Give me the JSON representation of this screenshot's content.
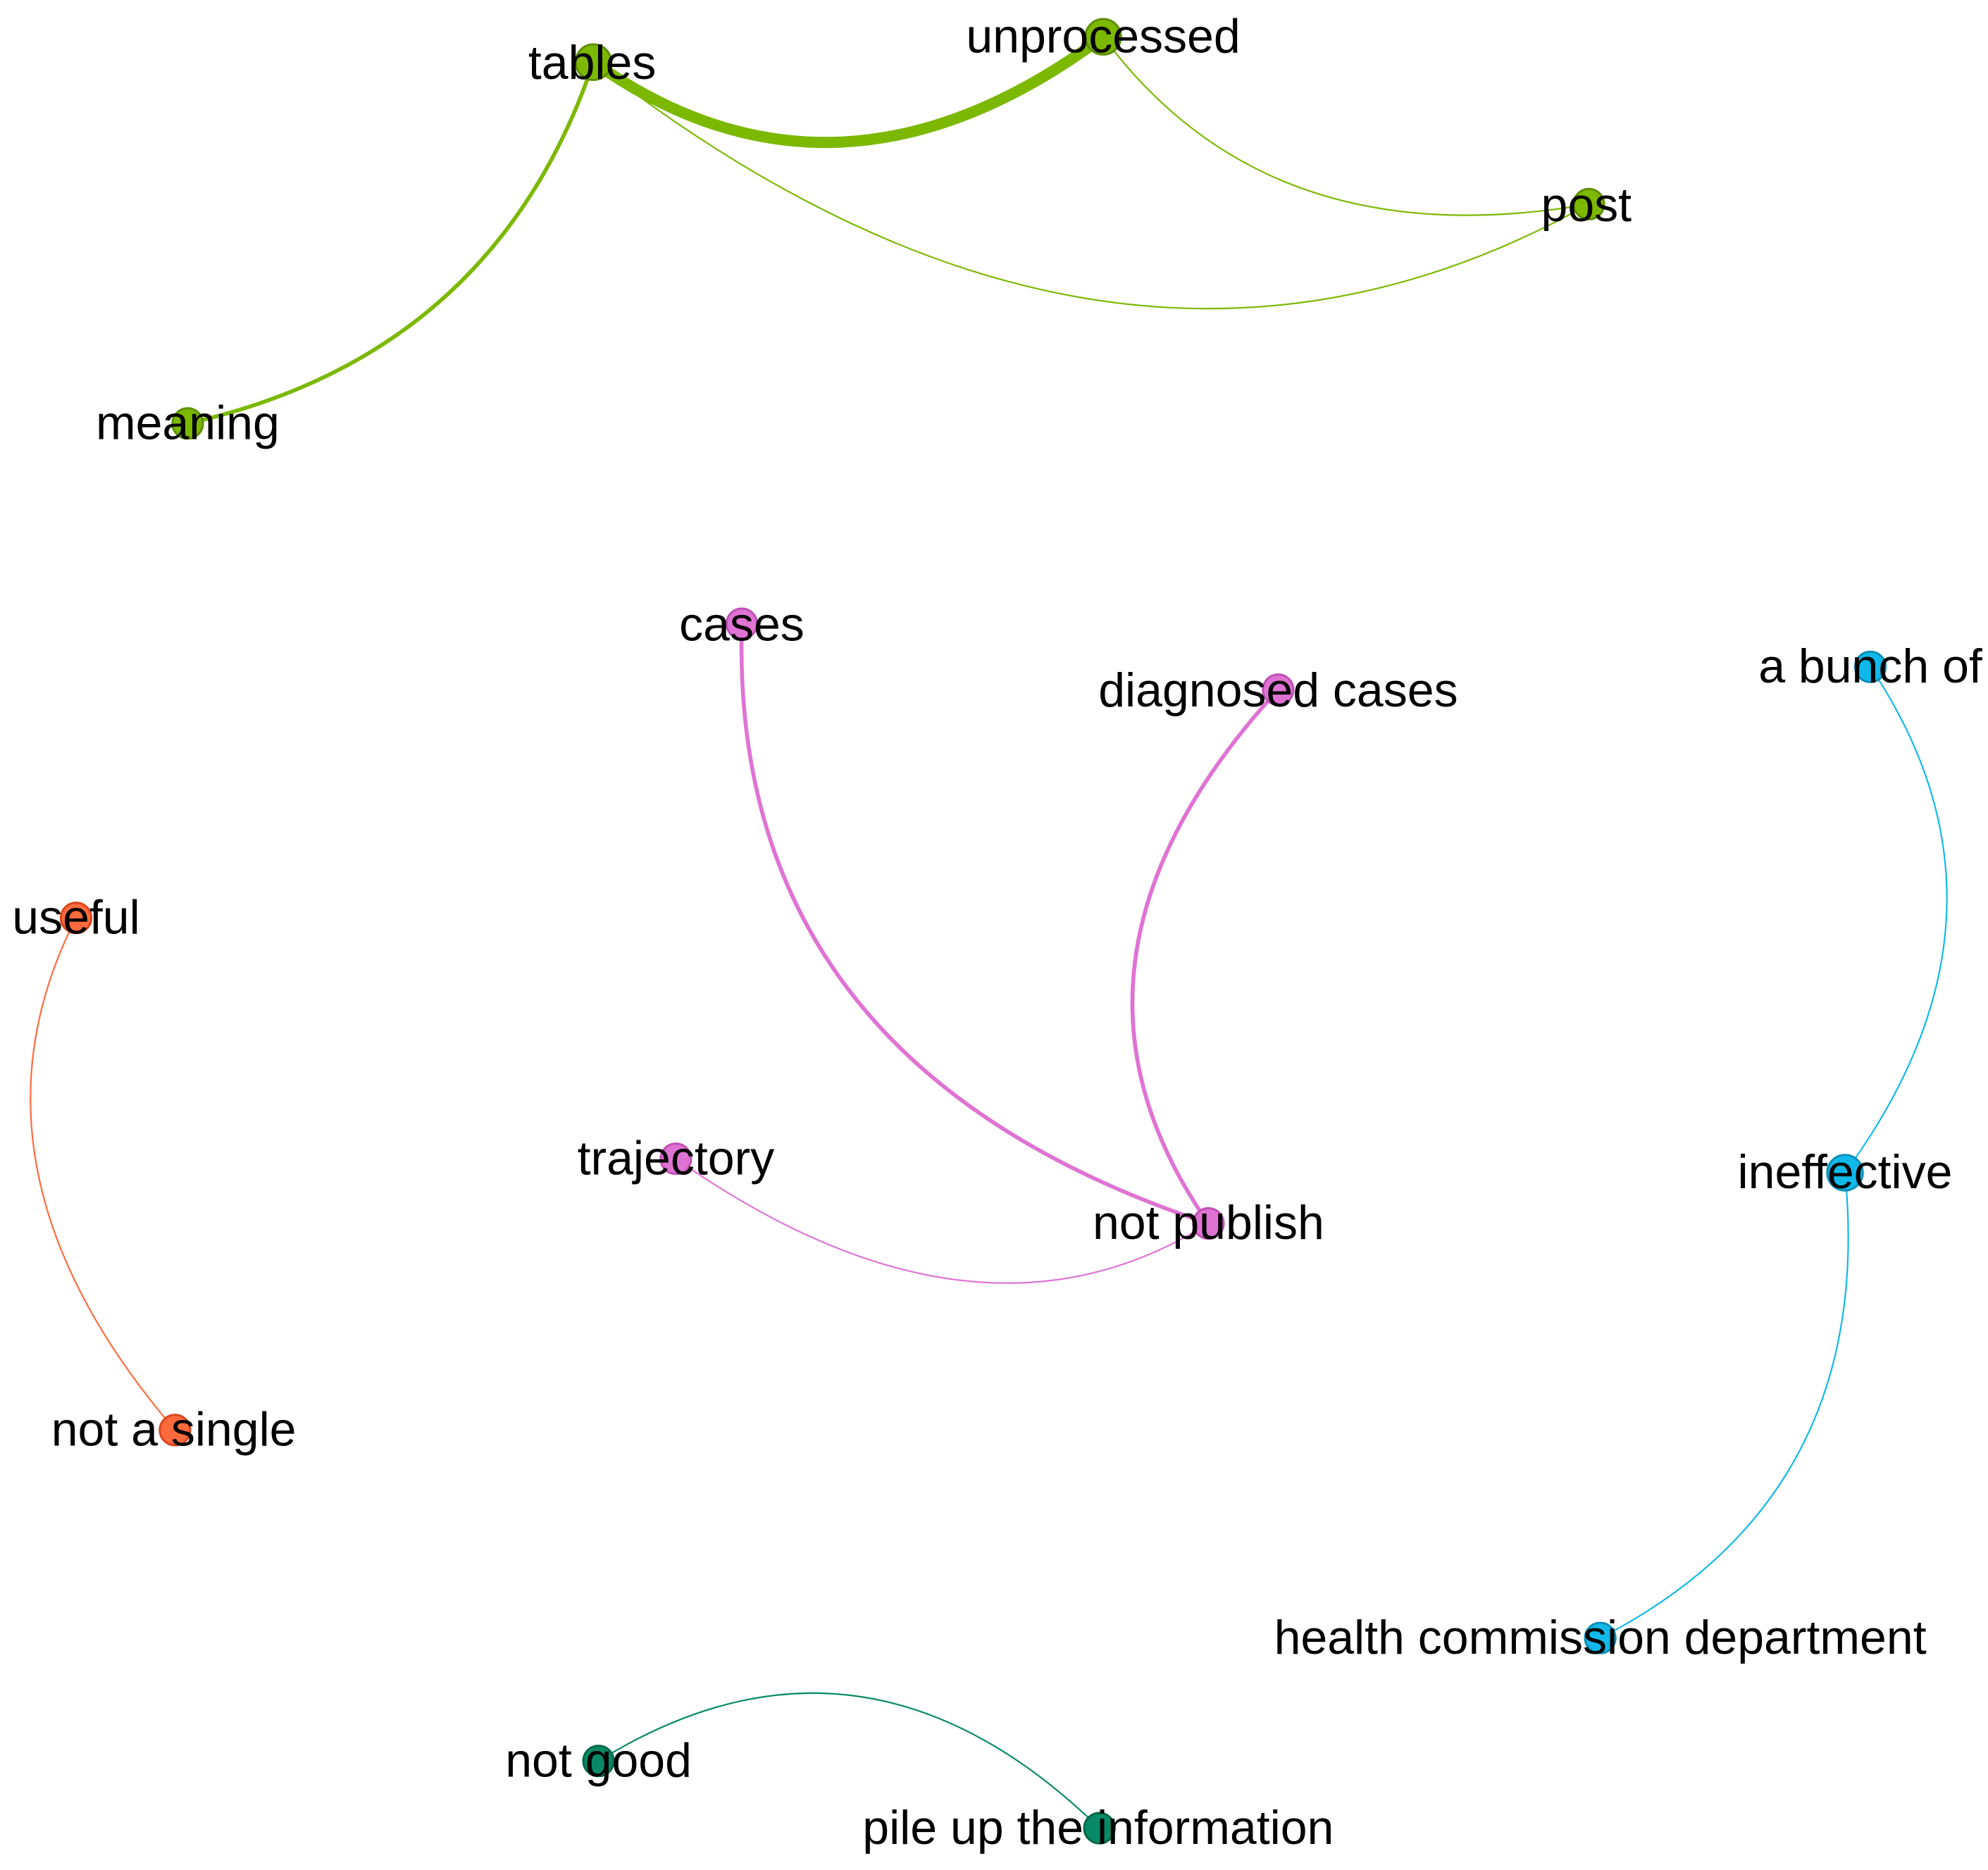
{
  "graph": {
    "clusters": [
      {
        "id": "green",
        "color": "#7cb800",
        "stroke": "#5e8f00"
      },
      {
        "id": "pink",
        "color": "#df73d3",
        "stroke": "#c050b4"
      },
      {
        "id": "blue",
        "color": "#11b9ea",
        "stroke": "#0a8fb8"
      },
      {
        "id": "orange",
        "color": "#ff6a3d",
        "stroke": "#d9461c"
      },
      {
        "id": "teal",
        "color": "#078a65",
        "stroke": "#05684c"
      }
    ],
    "nodes": [
      {
        "id": "tables",
        "label": "tables",
        "cluster": "green"
      },
      {
        "id": "unprocessed",
        "label": "unprocessed",
        "cluster": "green"
      },
      {
        "id": "post",
        "label": "post",
        "cluster": "green"
      },
      {
        "id": "meaning",
        "label": "meaning",
        "cluster": "green"
      },
      {
        "id": "cases",
        "label": "cases",
        "cluster": "pink"
      },
      {
        "id": "diagnosed_cases",
        "label": "diagnosed cases",
        "cluster": "pink"
      },
      {
        "id": "trajectory",
        "label": "trajectory",
        "cluster": "pink"
      },
      {
        "id": "not_publish",
        "label": "not publish",
        "cluster": "pink"
      },
      {
        "id": "a_bunch_of",
        "label": "a bunch of",
        "cluster": "blue"
      },
      {
        "id": "ineffective",
        "label": "ineffective",
        "cluster": "blue"
      },
      {
        "id": "health_commission",
        "label": "health commission department",
        "cluster": "blue"
      },
      {
        "id": "useful",
        "label": "useful",
        "cluster": "orange"
      },
      {
        "id": "not_a_single",
        "label": "not a single",
        "cluster": "orange"
      },
      {
        "id": "not_good",
        "label": "not good",
        "cluster": "teal"
      },
      {
        "id": "pile_up",
        "label": "pile up the information",
        "cluster": "teal"
      }
    ],
    "edges": [
      {
        "source": "tables",
        "target": "unprocessed",
        "weight": 5
      },
      {
        "source": "tables",
        "target": "meaning",
        "weight": 2
      },
      {
        "source": "tables",
        "target": "post",
        "weight": 1
      },
      {
        "source": "unprocessed",
        "target": "post",
        "weight": 1
      },
      {
        "source": "cases",
        "target": "not_publish",
        "weight": 2
      },
      {
        "source": "diagnosed_cases",
        "target": "not_publish",
        "weight": 2
      },
      {
        "source": "trajectory",
        "target": "not_publish",
        "weight": 1
      },
      {
        "source": "a_bunch_of",
        "target": "ineffective",
        "weight": 1
      },
      {
        "source": "ineffective",
        "target": "health_commission",
        "weight": 1
      },
      {
        "source": "useful",
        "target": "not_a_single",
        "weight": 1
      },
      {
        "source": "not_good",
        "target": "pile_up",
        "weight": 1
      }
    ]
  }
}
